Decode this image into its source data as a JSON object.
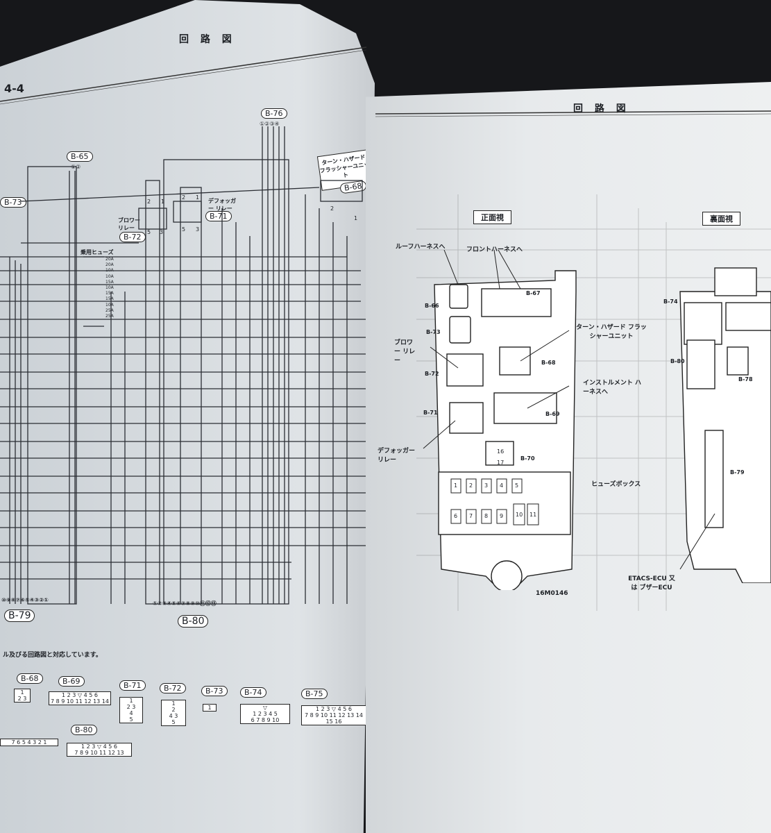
{
  "left_page": {
    "header_title": "回 路 図",
    "section_number": "4-4",
    "note_text": "ル及びる回路図と対応しています。",
    "connectors_top": {
      "b76": "B-76",
      "b65": "B-65",
      "b73_side": "B-73",
      "b71": "B-71",
      "b72": "B-72",
      "b68": "B-68"
    },
    "connectors_bottom": {
      "b79": "B-79",
      "b80": "B-80"
    },
    "labels": {
      "turn_hazard_flasher": "ターン・ハザード フラッシャーユニット",
      "defogger_relay": "デフォッガー リレー",
      "blower_relay": "ブロワー リレー",
      "fuse_group_label": "乗用ヒューズ"
    },
    "fuses": [
      "20A",
      "20A",
      "10A",
      "10A",
      "15A",
      "10A",
      "15A",
      "15A",
      "10A",
      "25A",
      "25A"
    ],
    "bottom_pins_b79": "⑩⑨⑧⑦⑥⑤④③②①",
    "bottom_pins_b80": "①②③④⑤⑥⑦⑧⑨⑩⑪⑫⑬",
    "top_pins_b76": "①②③④",
    "top_pins_b65": "①②",
    "relay_pins": {
      "blower": [
        "2",
        "1",
        "5",
        "3"
      ],
      "defogger": [
        "2",
        "1",
        "5",
        "3"
      ],
      "flasher": [
        "2",
        "1"
      ]
    },
    "connector_legend": [
      {
        "id": "B-68",
        "rows": [
          "1",
          "2 3"
        ]
      },
      {
        "id": "B-69",
        "rows": [
          "1 2 3 ▽ 4 5 6",
          "7 8 9 10 11 12 13 14"
        ]
      },
      {
        "id": "B-71",
        "rows": [
          "1",
          "2 3",
          "4",
          "5"
        ]
      },
      {
        "id": "B-72",
        "rows": [
          "1",
          "2",
          "4 3",
          "5"
        ]
      },
      {
        "id": "B-73",
        "rows": [
          "1"
        ]
      },
      {
        "id": "B-74",
        "rows": [
          "▽",
          "1 2 3 4 5",
          "6 7 8 9 10"
        ]
      },
      {
        "id": "B-75",
        "rows": [
          "1 2 3 ▽ 4 5 6",
          "7 8 9 10 11 12 13 14 15 16"
        ]
      },
      {
        "id": "B-80",
        "rows": [
          "1 2 3 ▽ 4 5 6",
          "7 8 9 10 11 12 13"
        ]
      }
    ],
    "leftover_row": "7 6 5 4 3 2 1"
  },
  "right_page": {
    "header_title": "回 路 図",
    "front_view": "正面視",
    "rear_view": "裏面視",
    "labels": {
      "roof_harness": "ルーフハーネスへ",
      "front_harness": "フロントハーネスへ",
      "turn_hazard": "ターン・ハザード フラッシャーユニット",
      "blower_relay": "ブロワー リレー",
      "instrument_harness": "インストルメント ハーネスへ",
      "defogger_relay": "デフォッガー リレー",
      "fuse_box": "ヒューズボックス",
      "etacs": "ETACS-ECU 又は ブザーECU",
      "figure_code": "16M0146"
    },
    "connectors": [
      "B-66",
      "B-67",
      "B-73",
      "B-68",
      "B-72",
      "B-69",
      "B-71",
      "B-70",
      "B-74",
      "B-80",
      "B-78",
      "B-79"
    ],
    "fuse_cells": [
      "1",
      "2",
      "3",
      "4",
      "5",
      "6",
      "7",
      "8",
      "9",
      "10",
      "11"
    ],
    "relay_cells": [
      "16",
      "17"
    ]
  }
}
